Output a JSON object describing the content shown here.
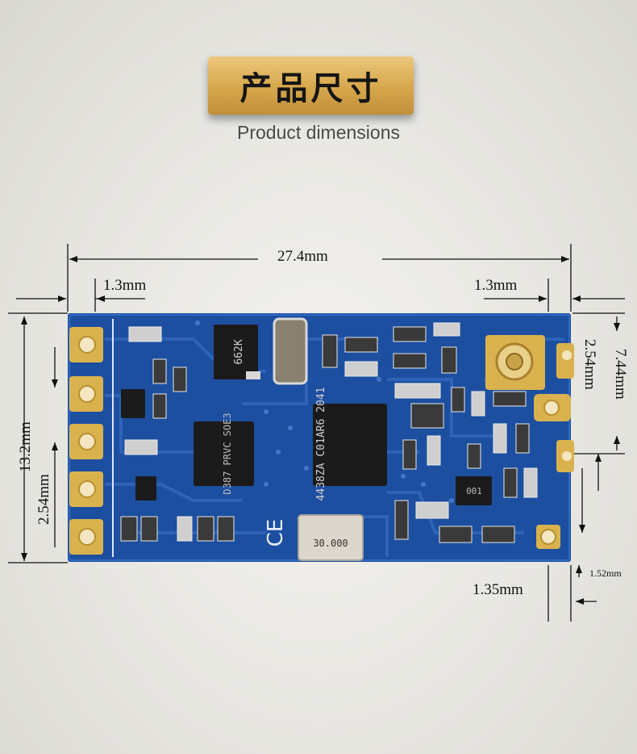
{
  "header": {
    "title": "产品尺寸",
    "subtitle": "Product dimensions"
  },
  "dimensions": {
    "length": "27.4mm",
    "left_margin": "1.3mm",
    "right_margin": "1.3mm",
    "height": "13.2mm",
    "left_pitch": "2.54mm",
    "right_pitch": "2.54mm",
    "right_span": "7.44mm",
    "bottom_offset": "1.35mm",
    "hole_offset": "1.52mm"
  },
  "chips": {
    "label_662k": "662K",
    "mcu_marking": "4438ZA C01AR6 2041",
    "regulator_marking": "D387 PRVC SOE3",
    "crystal": "30.000",
    "sot_marking": "001"
  },
  "colors": {
    "pcb": "#1d4fa0",
    "trace": "#2d63b8",
    "gold": "#d9b24e",
    "badge": "#d9a94e"
  }
}
